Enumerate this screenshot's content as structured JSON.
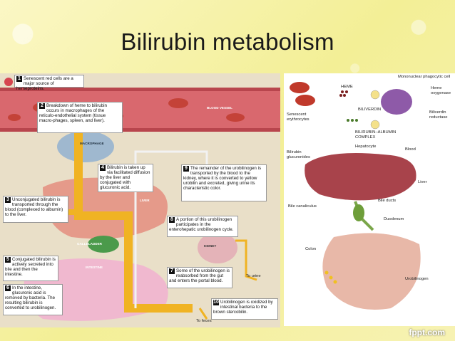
{
  "slide": {
    "title": "Bilirubin metabolism",
    "footer": "fppt.com"
  },
  "left": {
    "steps": [
      {
        "n": "1",
        "text": "Senescent red cells are a major source of hemeproteins."
      },
      {
        "n": "2",
        "text": "Breakdown of heme to bilirubin occurs in macrophages of the reticulo-endothelial system (tissue macro-phages, spleen, and liver)."
      },
      {
        "n": "3",
        "text": "Unconjugated bilirubin is transported through the blood (complexed to albumin) to the liver."
      },
      {
        "n": "4",
        "text": "Bilirubin is taken up via facilitated diffusion by the liver and conjugated with glucuronic acid."
      },
      {
        "n": "5",
        "text": "Conjugated bilirubin is actively secreted into bile and then the intestine."
      },
      {
        "n": "6",
        "text": "In the intestine, glucuronic acid is removed by bacteria. The resulting bilirubin is converted to urobilinogen."
      },
      {
        "n": "7",
        "text": "Some of the urobilinogen is reabsorbed from the gut and enters the portal blood."
      },
      {
        "n": "8",
        "text": "A portion of this urobilinogen participates in the enterohepatic urobilinogen cycle."
      },
      {
        "n": "9",
        "text": "The remainder of the urobilinogen is transported by the blood to the kidney, where it is converted to yellow urobilin and excreted, giving urine its characteristic color."
      },
      {
        "n": "10",
        "text": "Urobilinogen is oxidized by intestinal bacteria to the brown stercobilin."
      }
    ],
    "labels": {
      "blood_vessel": "BLOOD VESSEL",
      "macrophage": "MACROPHAGE",
      "liver": "LIVER",
      "gallbladder": "GALLBLADDER",
      "intestine": "INTESTINE",
      "kidney": "KIDNEY",
      "to_urine": "To urine",
      "to_feces": "To feces"
    }
  },
  "right": {
    "labels": {
      "mono": "Mononuclear phagocytic cell",
      "heme": "HEME",
      "heme_oxy": "Heme oxygenase",
      "biliverdin": "BILIVERDIN",
      "biliverdin_red": "Biliverdin reductase",
      "senescent": "Senescent erythrocytes",
      "bili_alb": "BILIRUBIN–ALBUMIN COMPLEX",
      "hepatocyte": "Hepatocyte",
      "blood": "Blood",
      "bili_gluc": "Bilirubin glucuronides",
      "liver": "Liver",
      "bile_ducts": "Bile ducts",
      "bile_can": "Bile canaliculus",
      "duodenum": "Duodenum",
      "colon": "Colon",
      "urobil": "Urobilinogen"
    }
  }
}
